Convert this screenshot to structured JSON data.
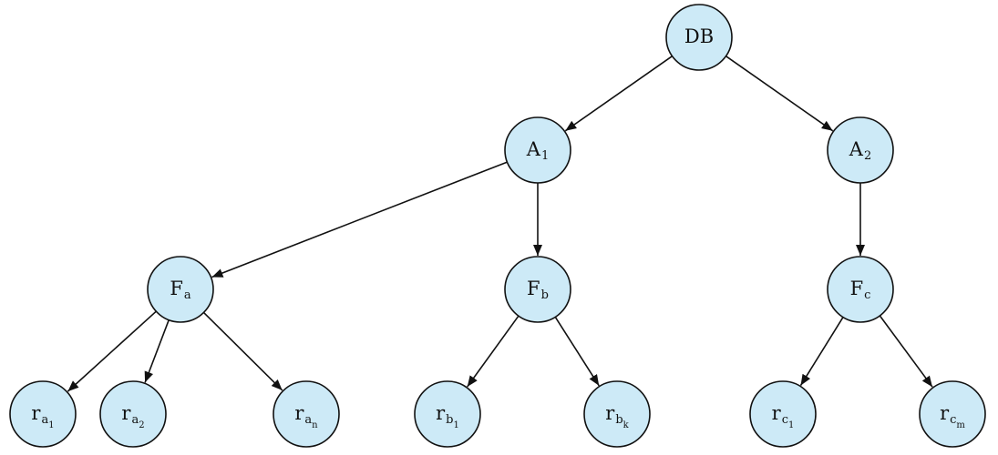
{
  "diagram": {
    "colors": {
      "node_fill": "#cdeaf7",
      "stroke": "#111111",
      "text": "#111111",
      "background": "#ffffff"
    },
    "nodes": {
      "db": {
        "base": "DB",
        "sub": "",
        "subsub": ""
      },
      "a1": {
        "base": "A",
        "sub": "1",
        "subsub": ""
      },
      "a2": {
        "base": "A",
        "sub": "2",
        "subsub": ""
      },
      "fa": {
        "base": "F",
        "sub": "a",
        "subsub": ""
      },
      "fb": {
        "base": "F",
        "sub": "b",
        "subsub": ""
      },
      "fc": {
        "base": "F",
        "sub": "c",
        "subsub": ""
      },
      "ra1": {
        "base": "r",
        "sub": "a",
        "subsub": "1"
      },
      "ra2": {
        "base": "r",
        "sub": "a",
        "subsub": "2"
      },
      "ran": {
        "base": "r",
        "sub": "a",
        "subsub": "n"
      },
      "rb1": {
        "base": "r",
        "sub": "b",
        "subsub": "1"
      },
      "rbk": {
        "base": "r",
        "sub": "b",
        "subsub": "k"
      },
      "rc1": {
        "base": "r",
        "sub": "c",
        "subsub": "1"
      },
      "rcm": {
        "base": "r",
        "sub": "c",
        "subsub": "m"
      }
    },
    "edges": [
      {
        "from": "db",
        "to": "a1"
      },
      {
        "from": "db",
        "to": "a2"
      },
      {
        "from": "a1",
        "to": "fa"
      },
      {
        "from": "a1",
        "to": "fb"
      },
      {
        "from": "a2",
        "to": "fc"
      },
      {
        "from": "fa",
        "to": "ra1"
      },
      {
        "from": "fa",
        "to": "ra2"
      },
      {
        "from": "fa",
        "to": "ran"
      },
      {
        "from": "fb",
        "to": "rb1"
      },
      {
        "from": "fb",
        "to": "rbk"
      },
      {
        "from": "fc",
        "to": "rc1"
      },
      {
        "from": "fc",
        "to": "rcm"
      }
    ]
  }
}
